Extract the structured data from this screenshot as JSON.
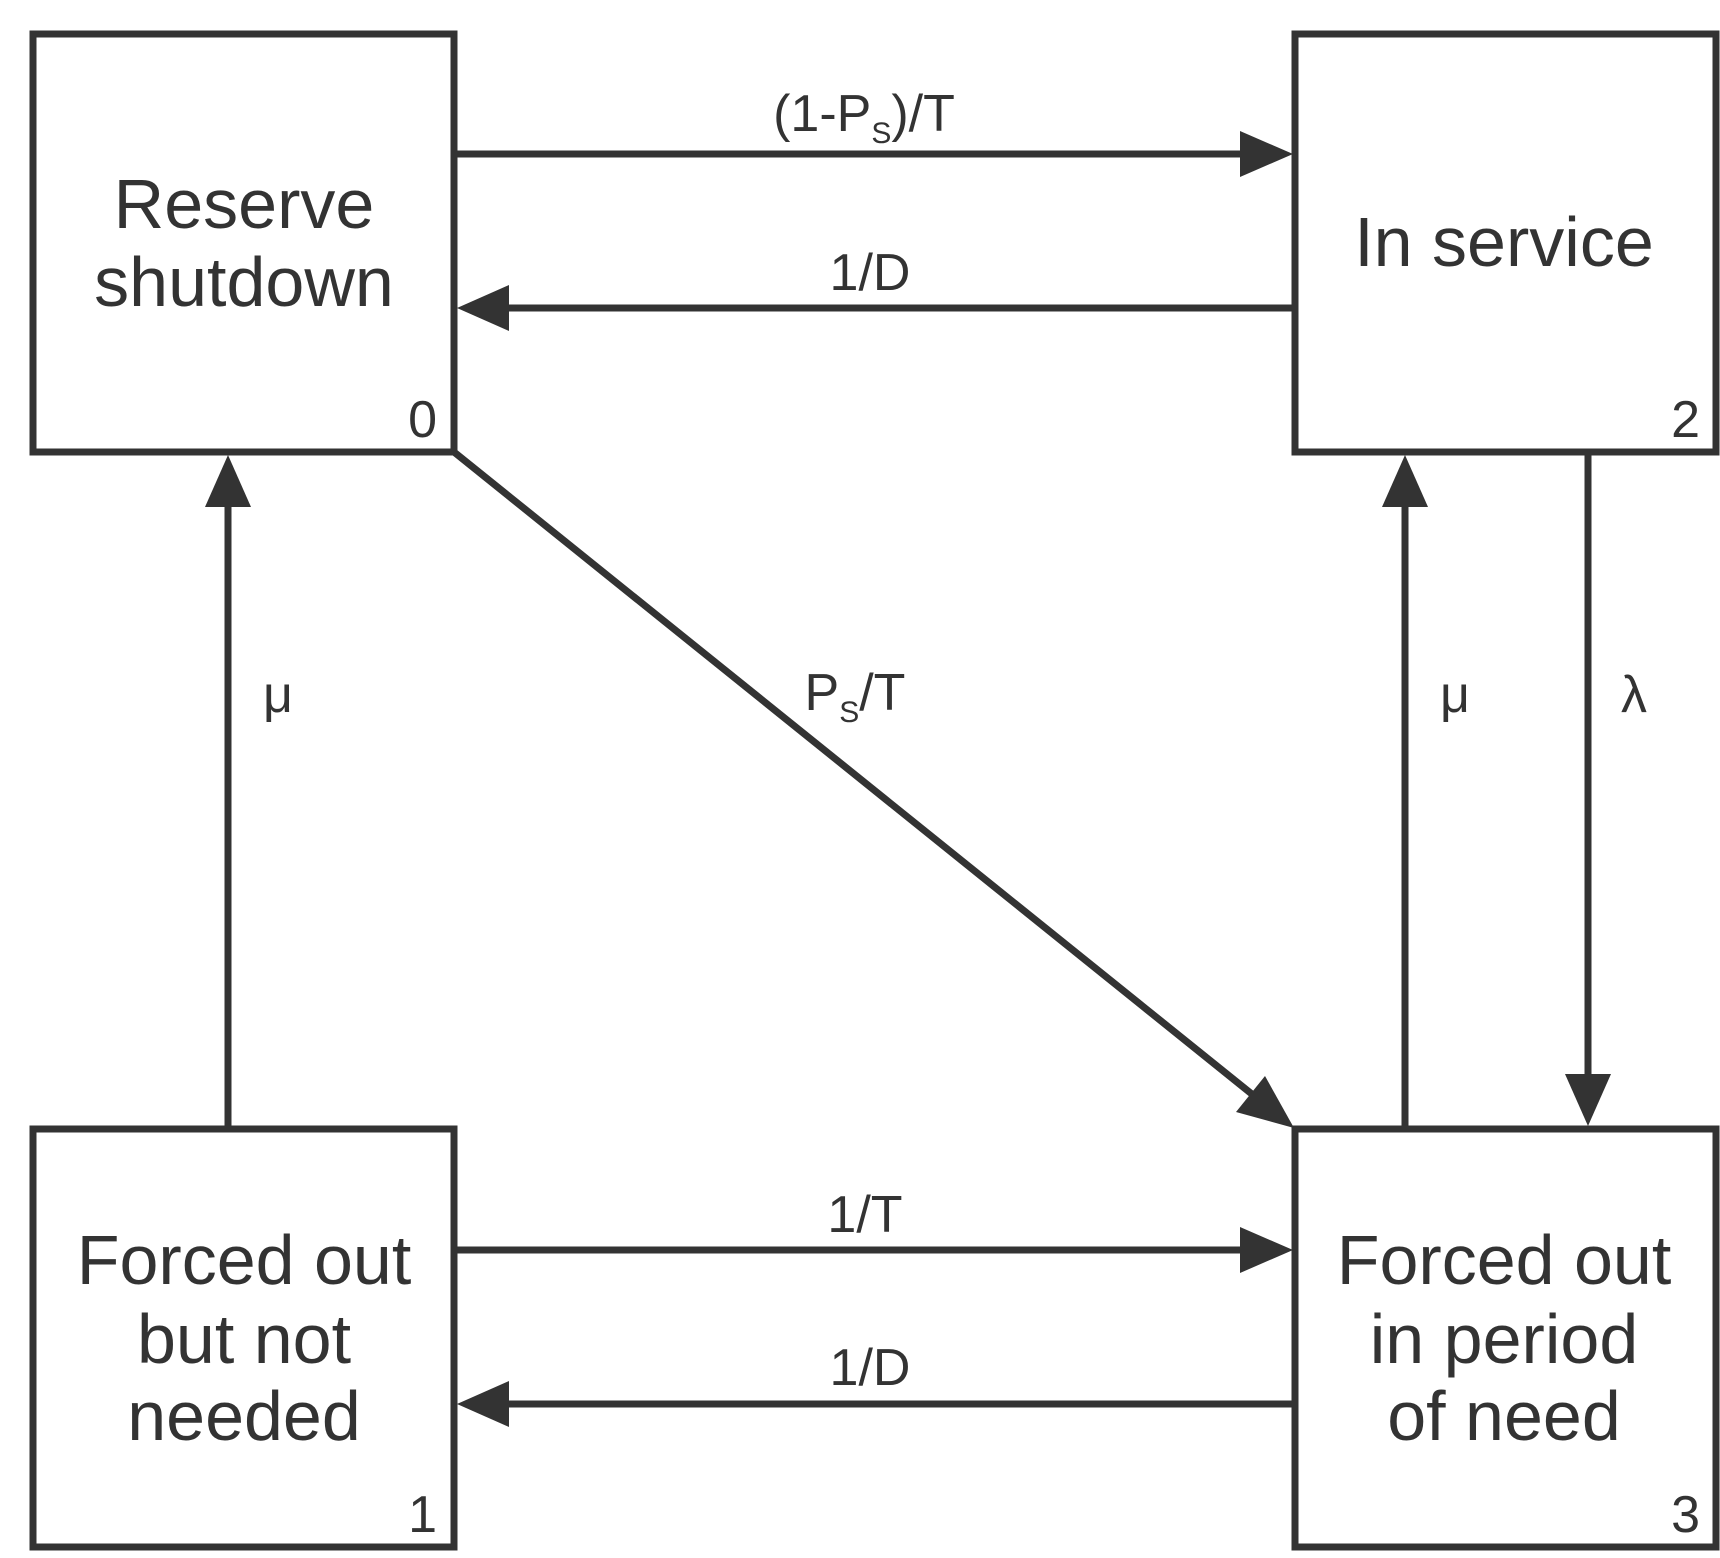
{
  "diagram": {
    "states": {
      "s0": {
        "number": "0",
        "lines": [
          "Reserve",
          "shutdown"
        ]
      },
      "s1": {
        "number": "1",
        "lines": [
          "Forced out",
          "but not",
          "needed"
        ]
      },
      "s2": {
        "number": "2",
        "lines": [
          "In service"
        ]
      },
      "s3": {
        "number": "3",
        "lines": [
          "Forced out",
          "in period",
          "of need"
        ]
      }
    },
    "transitions": {
      "t0to2": {
        "label_pre": "(1-P",
        "label_sub": "S",
        "label_post": ")/T"
      },
      "t2to0": {
        "label": "1/D"
      },
      "t0to3": {
        "label_pre": "P",
        "label_sub": "S",
        "label_post": "/T"
      },
      "t1to0": {
        "label": "μ"
      },
      "t3to2": {
        "label": "μ"
      },
      "t2to3": {
        "label": "λ"
      },
      "t1to3": {
        "label": "1/T"
      },
      "t3to1": {
        "label": "1/D"
      }
    },
    "colors": {
      "stroke": "#333333",
      "background": "#ffffff"
    }
  }
}
